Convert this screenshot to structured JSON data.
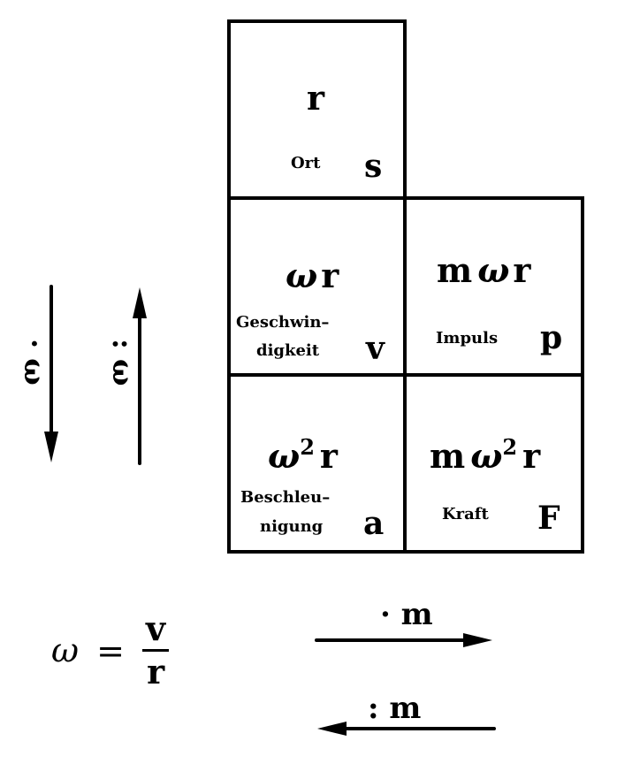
{
  "grid": {
    "cells": {
      "position": {
        "formula": "r",
        "label": "Ort",
        "symbol": "s"
      },
      "velocity": {
        "formula_omega": "ω",
        "formula_rest": "r",
        "label_line1": "Geschwin–",
        "label_line2": "digkeit",
        "symbol": "v"
      },
      "momentum": {
        "formula_m": "m",
        "formula_omega": "ω",
        "formula_rest": "r",
        "label": "Impuls",
        "symbol": "p"
      },
      "acceleration": {
        "formula_omega": "ω",
        "formula_exp": "2",
        "formula_rest": "r",
        "label_line1": "Beschleu–",
        "label_line2": "nigung",
        "symbol": "a"
      },
      "force": {
        "formula_m": "m",
        "formula_omega": "ω",
        "formula_exp": "2",
        "formula_rest": "r",
        "label": "Kraft",
        "symbol": "F"
      }
    }
  },
  "vertical_arrows": {
    "down": {
      "direction": "down",
      "label": "· ω"
    },
    "up": {
      "direction": "up",
      "label": ": ω"
    }
  },
  "horizontal_arrows": {
    "right": {
      "direction": "right",
      "label": "· m"
    },
    "left": {
      "direction": "left",
      "label": ":  m"
    }
  },
  "formula": {
    "lhs": "ω",
    "equals": "=",
    "numerator": "v",
    "denominator": "r"
  },
  "colors": {
    "ink": "#000000",
    "background": "#ffffff"
  }
}
